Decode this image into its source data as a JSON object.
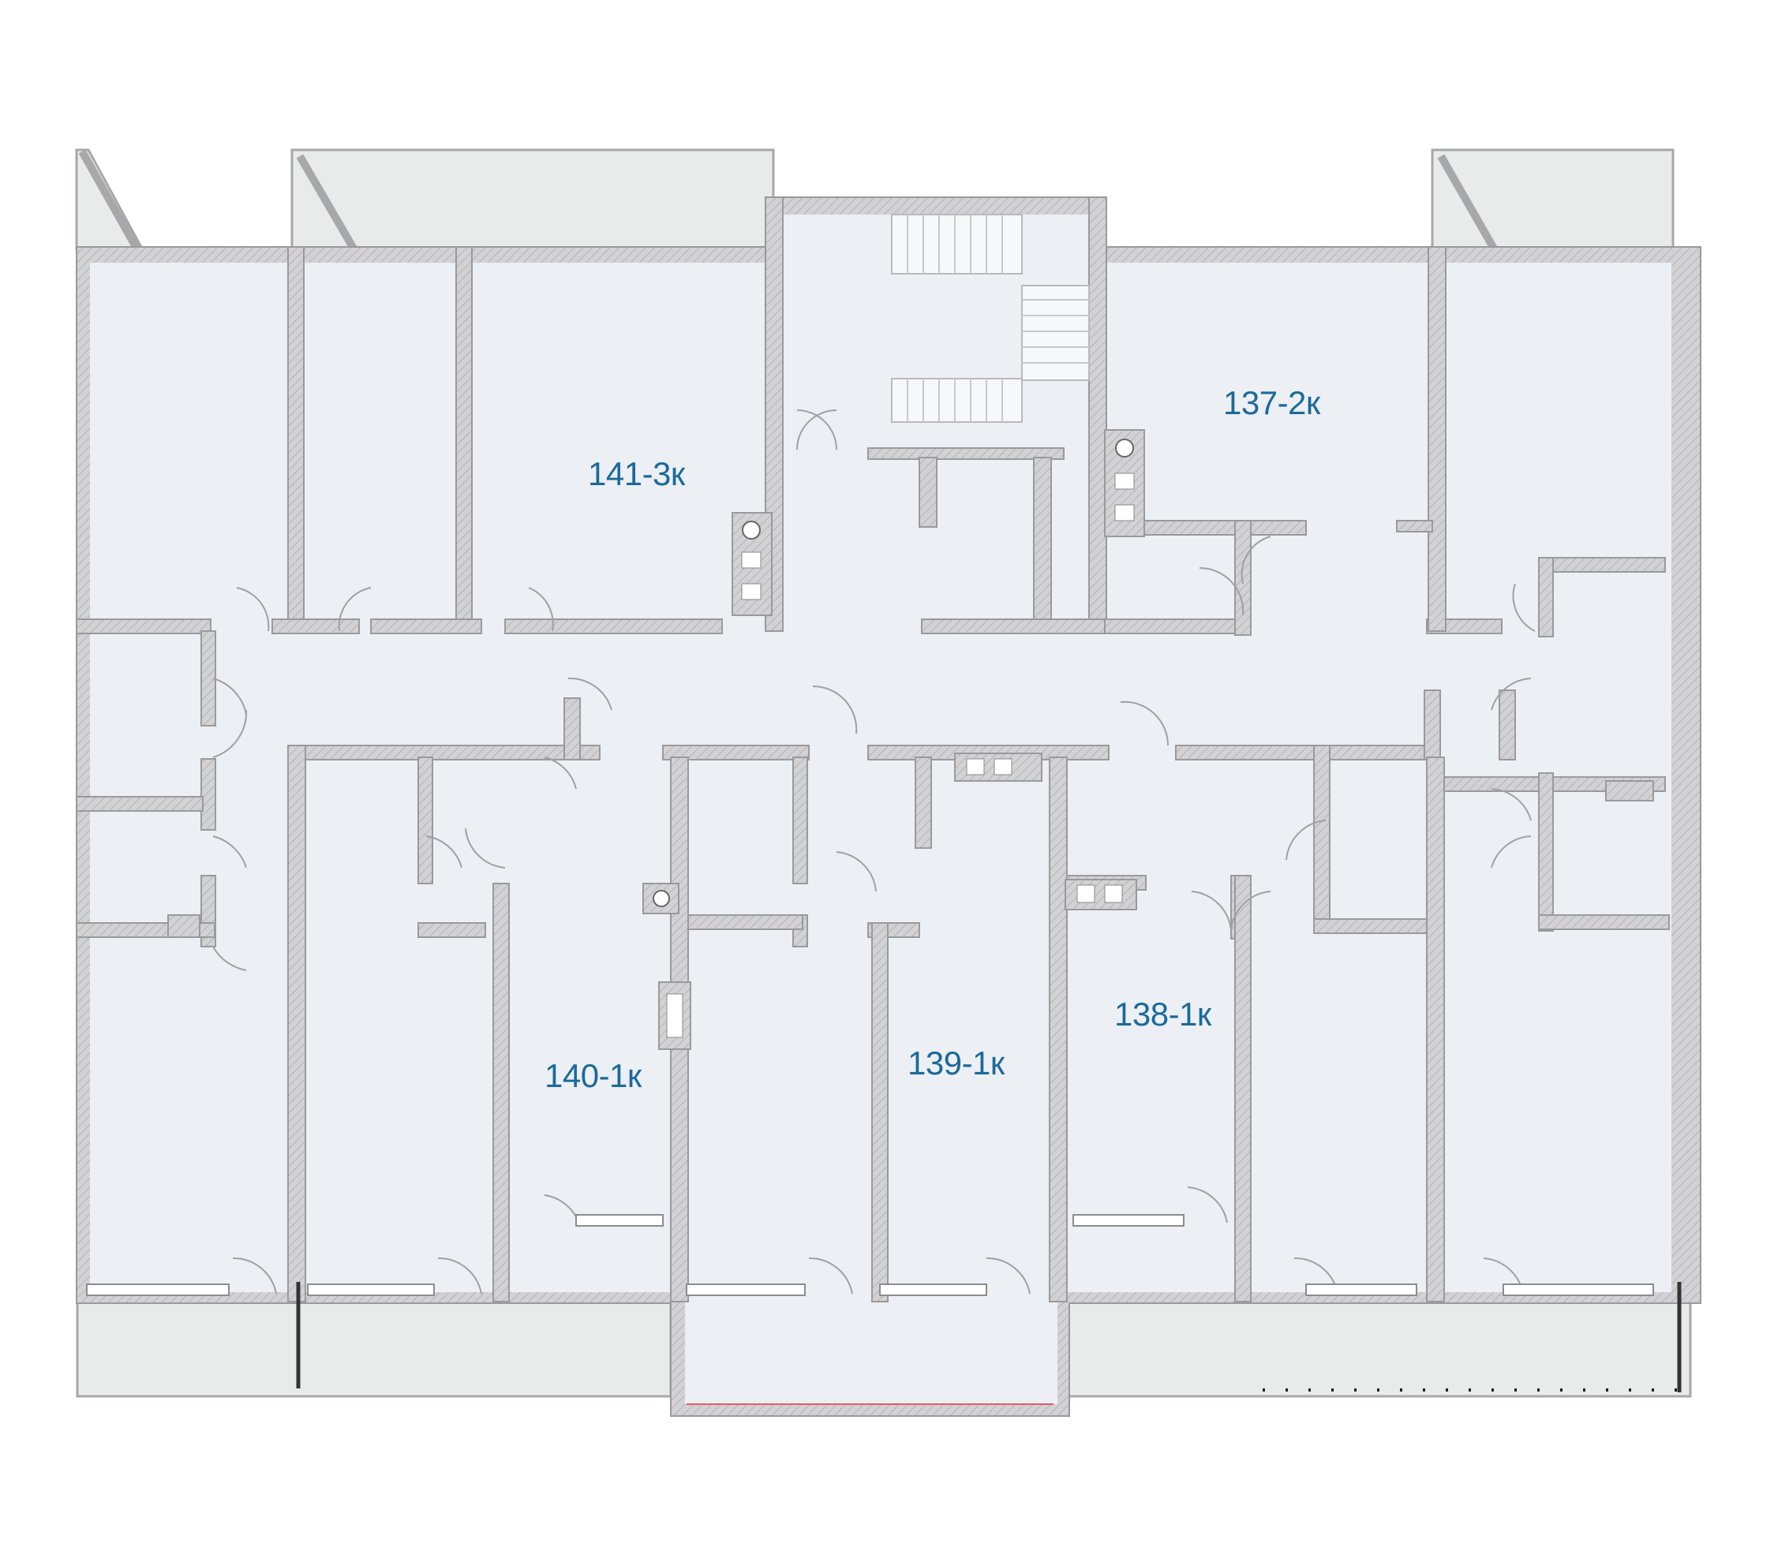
{
  "plan": {
    "colors": {
      "background": "#ffffff",
      "room_fill": "#eceff4",
      "balcony_fill": "#e9eaea",
      "wall_fill": "#cfcfd1",
      "wall_stroke": "#9a9a9c",
      "label_color": "#1a6a9a",
      "accent_line": "#e05a6a"
    },
    "apartments": [
      {
        "id": "apt-141",
        "label": "141-3к"
      },
      {
        "id": "apt-137",
        "label": "137-2к"
      },
      {
        "id": "apt-140",
        "label": "140-1к"
      },
      {
        "id": "apt-139",
        "label": "139-1к"
      },
      {
        "id": "apt-138",
        "label": "138-1к"
      }
    ]
  }
}
